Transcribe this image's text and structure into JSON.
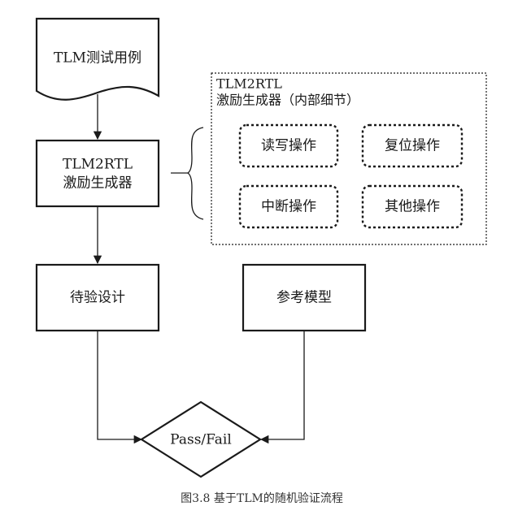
{
  "diagram": {
    "testcase": {
      "label": "TLM测试用例"
    },
    "generator": {
      "line1": "TLM2RTL",
      "line2": "激励生成器"
    },
    "detail_panel": {
      "title_line1": "TLM2RTL",
      "title_line2": "激励生成器（内部细节）",
      "ops": [
        "读写操作",
        "复位操作",
        "中断操作",
        "其他操作"
      ]
    },
    "dut": {
      "label": "待验设计"
    },
    "reference_model": {
      "label": "参考模型"
    },
    "decision": {
      "label": "Pass/Fail"
    }
  },
  "caption": "图3.8 基于TLM的随机验证流程",
  "colors": {
    "stroke": "#1a1a1a",
    "background": "#ffffff"
  }
}
